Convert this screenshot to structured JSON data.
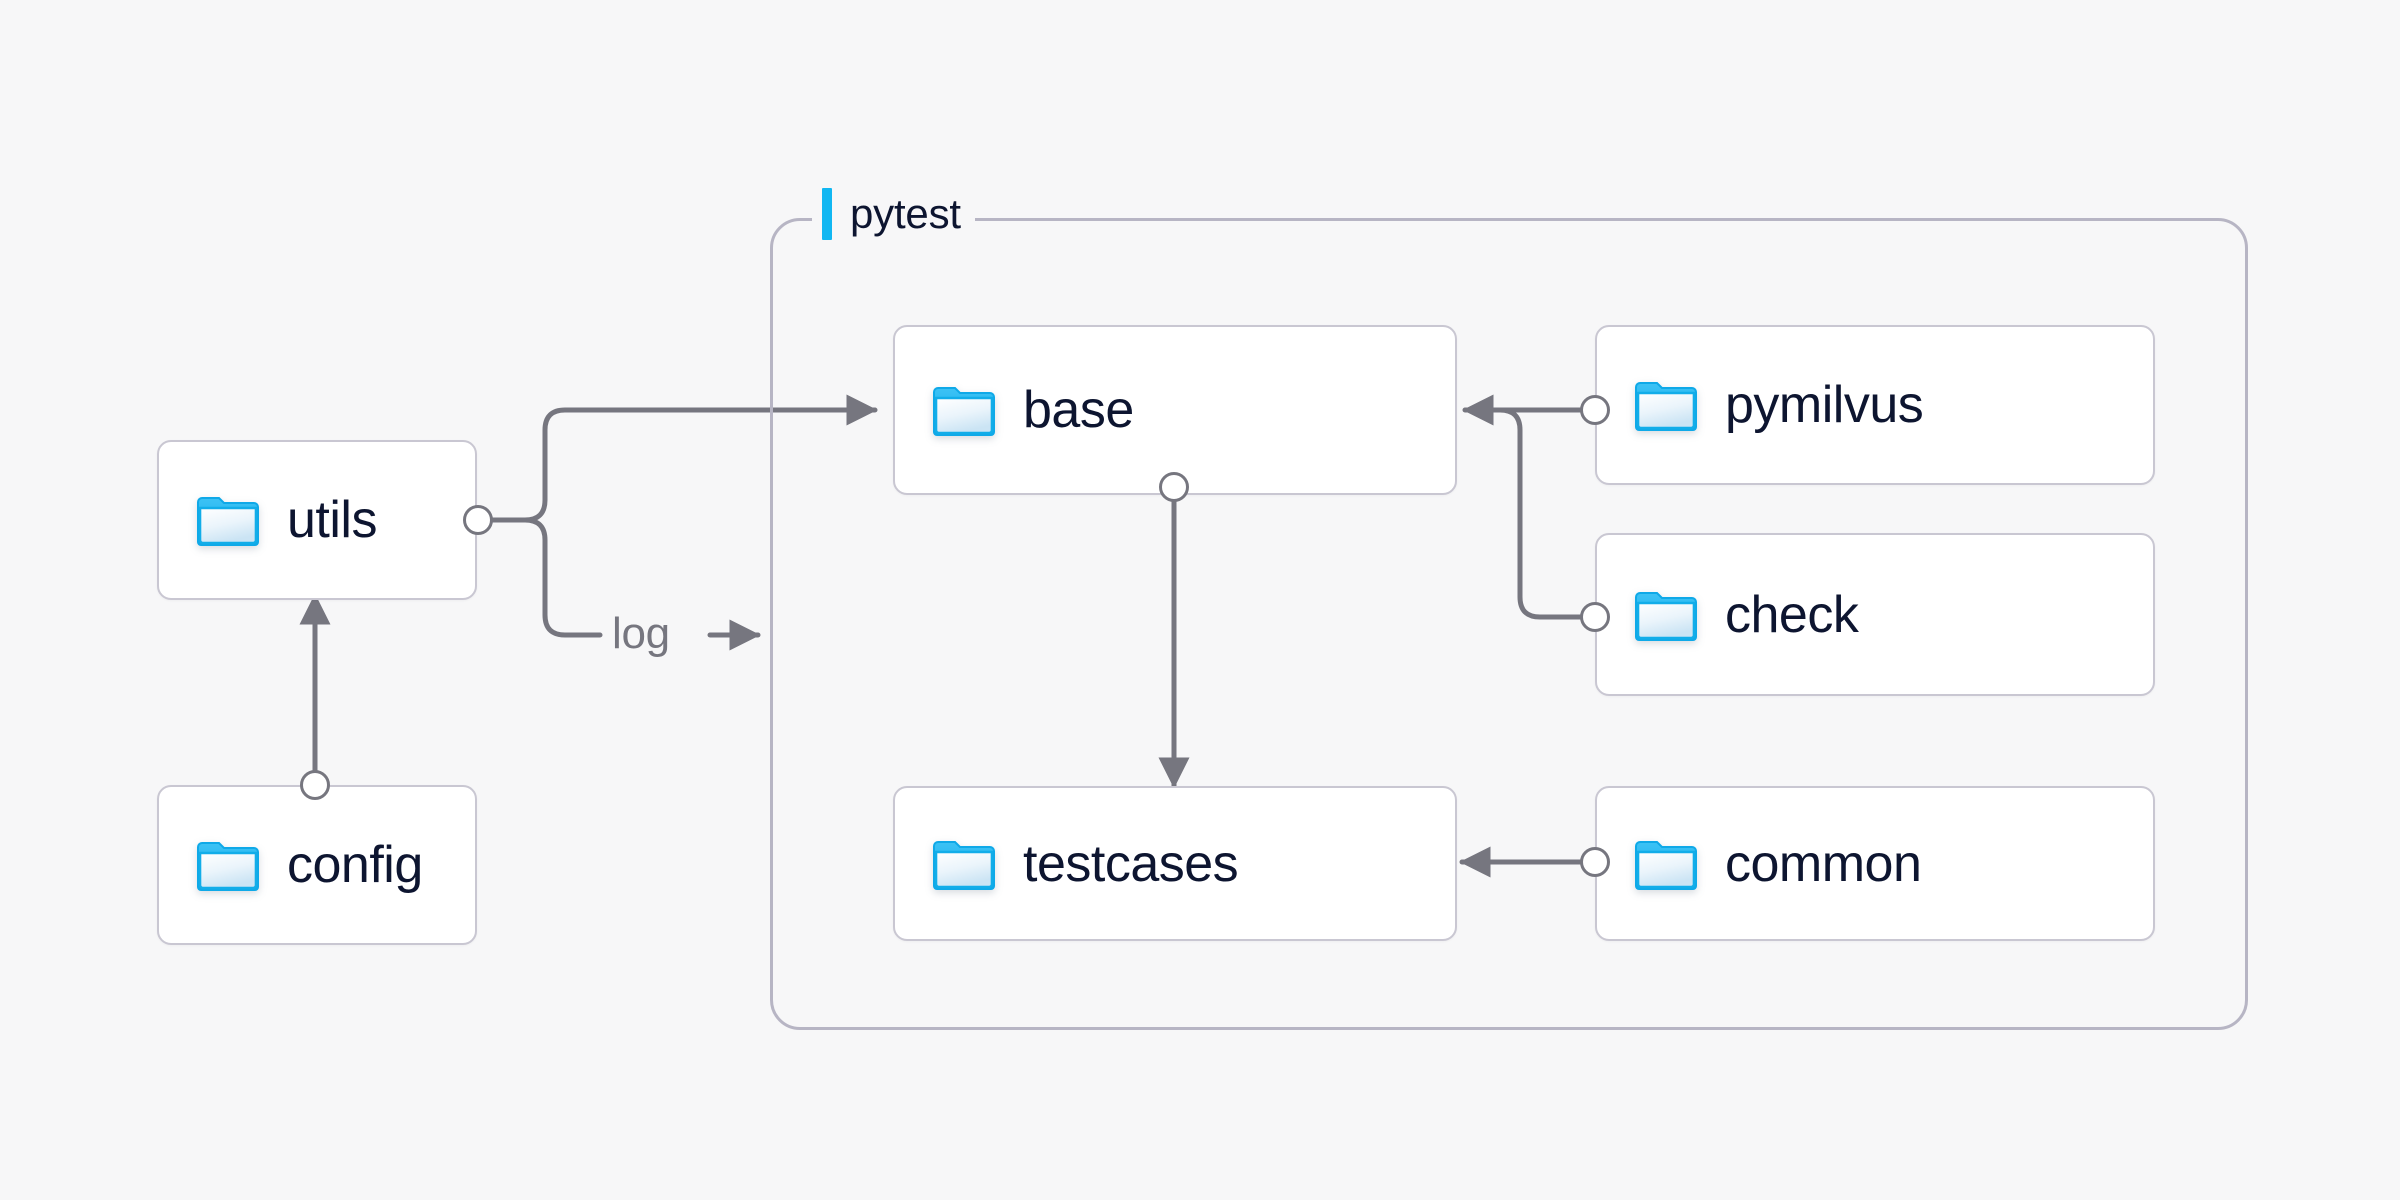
{
  "diagram": {
    "title_visible": false,
    "background_color": "#f7f7f8",
    "accent_color": "#11b7f2",
    "node_border_color": "#c9c7d2",
    "edge_color": "#76767f",
    "text_color": "#0d1530"
  },
  "group": {
    "label": "pytest",
    "accent_bar_color": "#11b7f2"
  },
  "nodes": [
    {
      "id": "utils",
      "label": "utils",
      "icon": "folder-icon"
    },
    {
      "id": "config",
      "label": "config",
      "icon": "folder-icon"
    },
    {
      "id": "base",
      "label": "base",
      "icon": "folder-icon"
    },
    {
      "id": "testcases",
      "label": "testcases",
      "icon": "folder-icon"
    },
    {
      "id": "pymilvus",
      "label": "pymilvus",
      "icon": "folder-icon"
    },
    {
      "id": "check",
      "label": "check",
      "icon": "folder-icon"
    },
    {
      "id": "common",
      "label": "common",
      "icon": "folder-icon"
    }
  ],
  "edges": [
    {
      "from": "utils",
      "to": "base",
      "label": ""
    },
    {
      "from": "utils",
      "to": "pytest",
      "label": "log"
    },
    {
      "from": "config",
      "to": "utils",
      "label": ""
    },
    {
      "from": "base",
      "to": "testcases",
      "label": ""
    },
    {
      "from": "pymilvus",
      "to": "base",
      "label": ""
    },
    {
      "from": "check",
      "to": "base",
      "label": ""
    },
    {
      "from": "common",
      "to": "testcases",
      "label": ""
    }
  ]
}
